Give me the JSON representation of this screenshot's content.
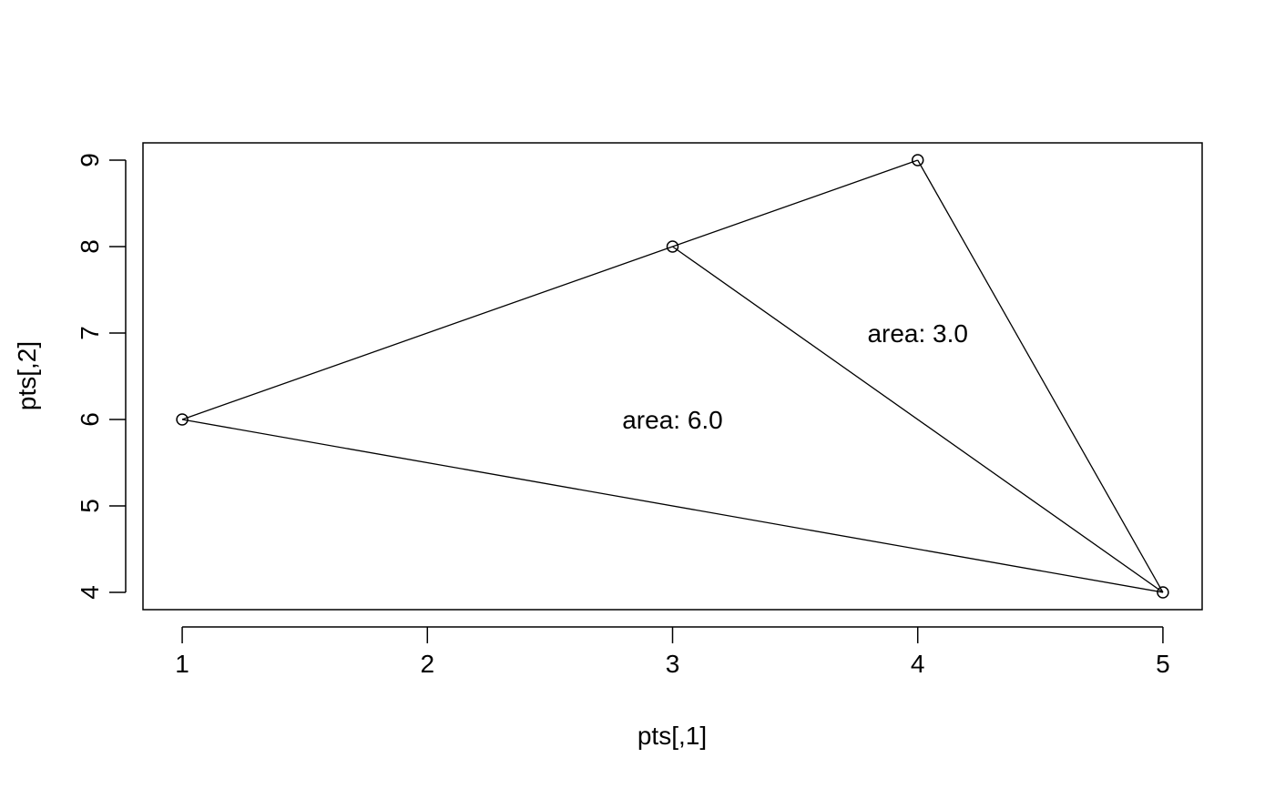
{
  "chart_data": {
    "type": "scatter",
    "title": "",
    "xlabel": "pts[,1]",
    "ylabel": "pts[,2]",
    "xlim": [
      0.84,
      5.16
    ],
    "ylim": [
      3.8,
      9.2
    ],
    "xticks": [
      1,
      2,
      3,
      4,
      5
    ],
    "yticks": [
      4,
      5,
      6,
      7,
      8,
      9
    ],
    "xtick_labels": [
      "1",
      "2",
      "3",
      "4",
      "5"
    ],
    "ytick_labels": [
      "4",
      "5",
      "6",
      "7",
      "8",
      "9"
    ],
    "grid": false,
    "points": [
      {
        "x": 1,
        "y": 6
      },
      {
        "x": 3,
        "y": 8
      },
      {
        "x": 4,
        "y": 9
      },
      {
        "x": 5,
        "y": 4
      }
    ],
    "segments": [
      [
        {
          "x": 1,
          "y": 6
        },
        {
          "x": 3,
          "y": 8
        }
      ],
      [
        {
          "x": 3,
          "y": 8
        },
        {
          "x": 5,
          "y": 4
        }
      ],
      [
        {
          "x": 5,
          "y": 4
        },
        {
          "x": 1,
          "y": 6
        }
      ],
      [
        {
          "x": 3,
          "y": 8
        },
        {
          "x": 4,
          "y": 9
        }
      ],
      [
        {
          "x": 4,
          "y": 9
        },
        {
          "x": 5,
          "y": 4
        }
      ]
    ],
    "annotations": [
      {
        "x": 3,
        "y": 6,
        "text": "area: 6.0"
      },
      {
        "x": 4,
        "y": 7,
        "text": "area: 3.0"
      }
    ]
  }
}
